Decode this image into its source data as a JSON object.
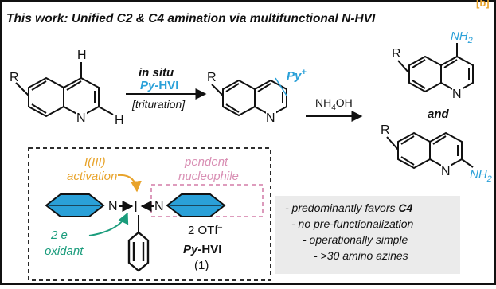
{
  "title": "This work: Unified C2 & C4 amination via multifunctional N-HVI",
  "corner_label": "[b]",
  "start": {
    "r": "R",
    "h4": "H",
    "h2": "H",
    "n": "N"
  },
  "arrow1": {
    "line1": "in situ",
    "reagent_prefix": "Py",
    "reagent_suffix": "-HVI",
    "condition": "[trituration]"
  },
  "intermediate": {
    "r": "R",
    "py": "Py",
    "charge": "+",
    "n": "N"
  },
  "arrow2": {
    "reagent": "NH",
    "sub": "4",
    "suffix": "OH"
  },
  "product_c4": {
    "r": "R",
    "nh": "NH",
    "sub": "2",
    "n": "N"
  },
  "and_label": "and",
  "product_c2": {
    "r": "R",
    "nh": "NH",
    "sub": "2",
    "n": "N"
  },
  "inset": {
    "activation_line1": "I(III)",
    "activation_line2": "activation",
    "nucleophile_line1": "pendent",
    "nucleophile_line2": "nucleophile",
    "oxidant_line1": "2 e",
    "oxidant_sup": "–",
    "oxidant_line2": "oxidant",
    "iodine": "I",
    "n_left": "N",
    "n_right": "N",
    "counterion": "2 OTf",
    "counterion_sup": "–",
    "reagent_prefix": "Py",
    "reagent_suffix": "-HVI",
    "compound_number": "(1)"
  },
  "features": [
    "- predominantly favors ",
    "C4",
    "- no pre-functionalization",
    "- operationally simple",
    "- >30 amino azines"
  ],
  "colors": {
    "blue": "#2aa0d8",
    "orange": "#e8a32a",
    "pink": "#d98fb4",
    "green": "#1a9c7c",
    "panel_bg": "#ebebeb"
  }
}
